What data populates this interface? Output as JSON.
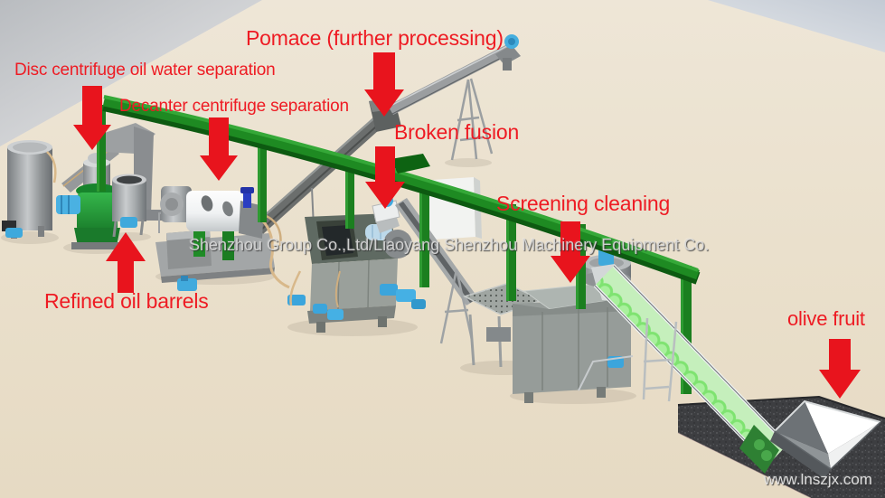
{
  "annotations": {
    "disc_centrifuge": "Disc centrifuge oil water separation",
    "decanter": "Decanter centrifuge separation",
    "pomace": "Pomace (further processing)",
    "broken_fusion": "Broken fusion",
    "screening": "Screening cleaning",
    "refined_oil": "Refined oil barrels",
    "olive_fruit": "olive fruit"
  },
  "watermarks": {
    "company": "Shenzhou Group Co.,Ltd/Liaoyang Shenzhou Machinery Equipment Co.",
    "website": "www.lnszjx.com"
  },
  "colors": {
    "annotation_red": "#ec1b23",
    "rack_green": "#1e8a22",
    "machine_green": "#22a53a",
    "belt_green": "#9fe894",
    "floor_beige": "#eae0cd",
    "steel_gray": "#9a9ea0",
    "pump_blue": "#3fa9dc",
    "pit_dark": "#3d3e41"
  },
  "equipment": [
    "water-tank",
    "disc-centrifuge",
    "refined-oil-barrel",
    "decanter-centrifuge",
    "pomace-discharge-conveyor",
    "malaxer-tank",
    "crusher-unit",
    "feed-screw-conveyor",
    "vibrating-screen",
    "washing-tank",
    "cleated-elevator-conveyor",
    "receiving-hopper",
    "green-pipe-rack"
  ]
}
